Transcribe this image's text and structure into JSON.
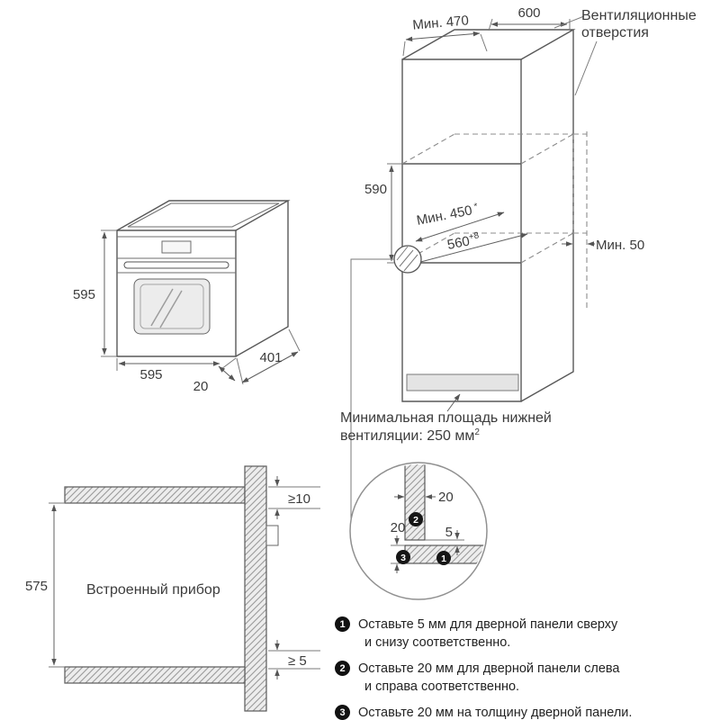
{
  "cabinet": {
    "vent_label_line1": "Вентиляционные",
    "vent_label_line2": "отверстия",
    "dim_min470": "Мин. 470",
    "dim_600": "600",
    "dim_590": "590",
    "dim_min450": "Мин. 450",
    "dim_min450_note": "*",
    "dim_560": "560",
    "dim_560_tol": "+8",
    "dim_min50": "Мин. 50",
    "bottom_vent_line1": "Минимальная площадь нижней",
    "bottom_vent_line2": "вентиляции: 250 мм",
    "bottom_vent_sup": "2"
  },
  "oven": {
    "dim_height": "595",
    "dim_width": "595",
    "dim_door": "20",
    "dim_depth": "401"
  },
  "section": {
    "dim_top_gap": "≥10",
    "dim_height": "575",
    "label_appliance": "Встроенный прибор",
    "dim_bottom_gap": "≥ 5"
  },
  "detail": {
    "dim_side": "20",
    "dim_thickness": "20",
    "dim_gap": "5",
    "badge_1": "1",
    "badge_2": "2",
    "badge_3": "3"
  },
  "notes": [
    {
      "num": "1",
      "line1": "Оставьте 5 мм для дверной панели сверху",
      "line2": "и снизу соответственно."
    },
    {
      "num": "2",
      "line1": "Оставьте 20 мм для дверной панели слева",
      "line2": "и справа соответственно."
    },
    {
      "num": "3",
      "line1": "Оставьте 20 мм на толщину дверной панели.",
      "line2": ""
    }
  ]
}
